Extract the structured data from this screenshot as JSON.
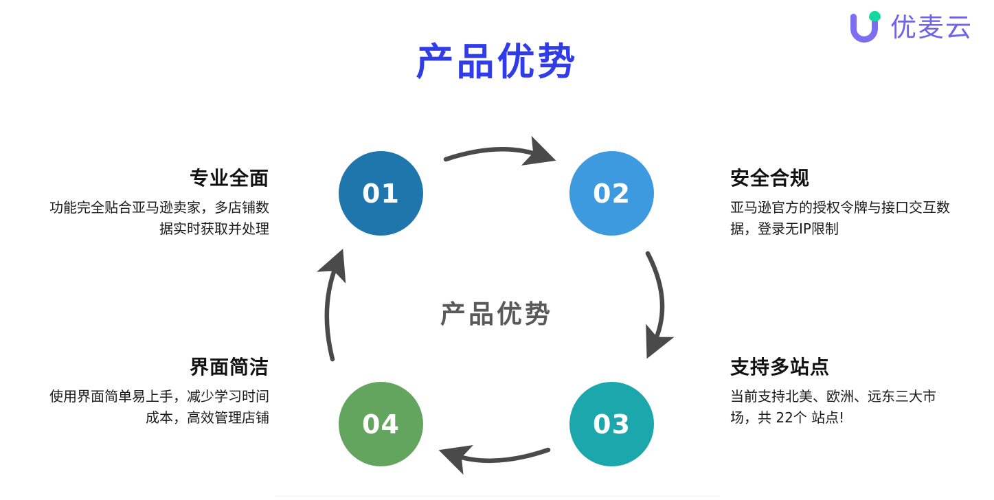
{
  "brand": {
    "logo_text": "优麦云",
    "logo_mark_name": "u-logo-mark",
    "logo_purple": "#6f63e8",
    "logo_accent_green": "#12d9a0"
  },
  "header": {
    "title": "产品优势",
    "title_color": "#2f3ce8"
  },
  "diagram": {
    "center_label": "产品优势",
    "center_label_color": "#595959",
    "arrow_color": "#4a4a4a",
    "nodes": [
      {
        "number": "01",
        "color": "#1f76ad",
        "position": "top-left"
      },
      {
        "number": "02",
        "color": "#3d9ade",
        "position": "top-right"
      },
      {
        "number": "03",
        "color": "#1ca7ad",
        "position": "bottom-right"
      },
      {
        "number": "04",
        "color": "#63a55e",
        "position": "bottom-left"
      }
    ],
    "arrows": [
      {
        "name": "arrow-01-to-02",
        "direction": "right"
      },
      {
        "name": "arrow-02-to-03",
        "direction": "down"
      },
      {
        "name": "arrow-03-to-04",
        "direction": "left"
      },
      {
        "name": "arrow-04-to-01",
        "direction": "up"
      }
    ]
  },
  "features": [
    {
      "id": "01",
      "heading": "专业全面",
      "body": "功能完全贴合亚马逊卖家，多店铺数据实时获取并处理",
      "side": "left"
    },
    {
      "id": "02",
      "heading": "安全合规",
      "body": "亚马逊官方的授权令牌与接口交互数据，登录无IP限制",
      "side": "right"
    },
    {
      "id": "03",
      "heading": "支持多站点",
      "body": "当前支持北美、欧洲、远东三大市场，共 22个 站点!",
      "side": "right"
    },
    {
      "id": "04",
      "heading": "界面简洁",
      "body": "使用界面简单易上手，减少学习时间成本，高效管理店铺",
      "side": "left"
    }
  ]
}
